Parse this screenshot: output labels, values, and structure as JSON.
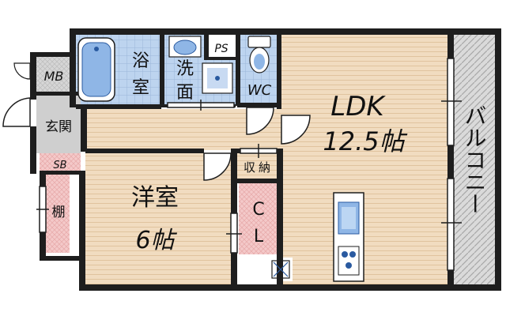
{
  "colors": {
    "wall": "#1e1e1e",
    "wood_floor": "#f1dcc0",
    "wood_line": "#e2c6a2",
    "wet_tile": "#b9d2ee",
    "wet_tile_line": "#9fbadc",
    "closet_pink": "#f4c9c9",
    "entry_gray": "#cfcfcf",
    "balcony_gray": "#d6d6d6"
  },
  "rooms": {
    "ldk": {
      "name": "LDK",
      "size": "12.5帖"
    },
    "western": {
      "name": "洋室",
      "size": "6帖"
    },
    "bath": {
      "line1": "浴",
      "line2": "室"
    },
    "washroom": {
      "line1": "洗",
      "line2": "面"
    },
    "wc": "WC",
    "ps": "PS",
    "mb": "MB",
    "entrance": "玄関",
    "sb": "SB",
    "shelf": "棚",
    "storage": "収納",
    "closet": {
      "line1": "C",
      "line2": "L"
    },
    "balcony": "バルコニー"
  },
  "icons": {
    "bathtub": "bathtub-icon",
    "sink": "sink-icon",
    "toilet": "toilet-icon",
    "washer": "washer-pan-icon",
    "kitchen": "kitchen-counter-icon",
    "stove": "stove-icon",
    "vent": "vent-icon"
  }
}
